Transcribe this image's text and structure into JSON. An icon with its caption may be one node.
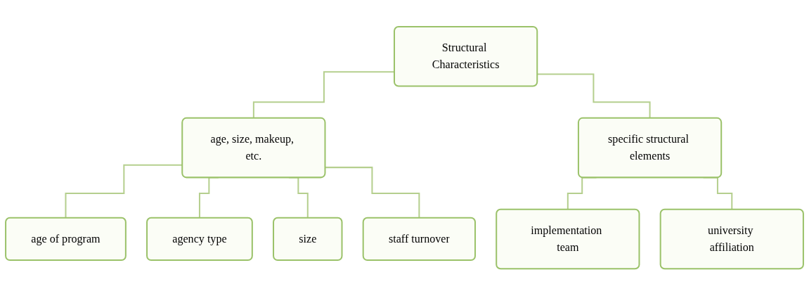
{
  "diagram": {
    "nodes": [
      {
        "text": [
          "Structural Characteristics"
        ]
      },
      {
        "text": [
          "age, size, makeup, etc."
        ]
      },
      {
        "text": [
          "specific structural elements"
        ]
      },
      {
        "text": [
          "age of program"
        ]
      },
      {
        "text": [
          "agency type"
        ]
      },
      {
        "text": [
          "size"
        ]
      },
      {
        "text": [
          "staff turnover"
        ]
      },
      {
        "text": [
          "implementation team"
        ]
      },
      {
        "text": [
          "university affiliation"
        ]
      }
    ],
    "edges": [
      {
        "from": 0,
        "to": 1,
        "arrow": "none"
      },
      {
        "from": 0,
        "to": 2,
        "arrow": "none"
      },
      {
        "from": 1,
        "to": 3,
        "arrow": "none"
      },
      {
        "from": 1,
        "to": 4,
        "arrow": "none"
      },
      {
        "from": 1,
        "to": 5,
        "arrow": "none"
      },
      {
        "from": 1,
        "to": 6,
        "arrow": "none"
      },
      {
        "from": 2,
        "to": 7,
        "arrow": "none"
      },
      {
        "from": 2,
        "to": 8,
        "arrow": "none"
      }
    ]
  }
}
